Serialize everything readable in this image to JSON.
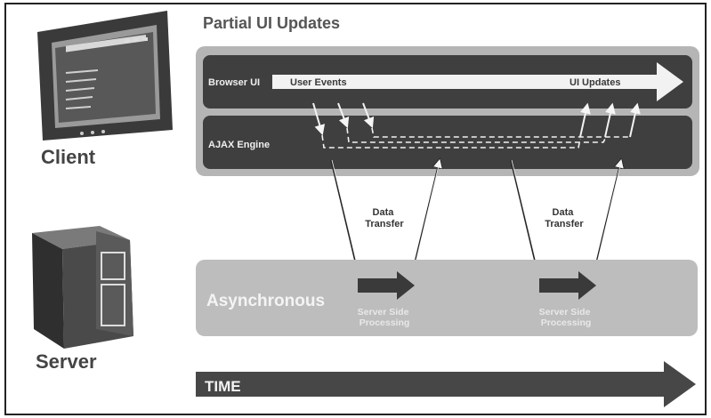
{
  "title": "Partial UI Updates",
  "client_label": "Client",
  "server_label": "Server",
  "browser_ui_label": "Browser UI",
  "user_events_label": "User Events",
  "ui_updates_label": "UI Updates",
  "ajax_engine_label": "AJAX Engine",
  "data_transfer_1": [
    "Data",
    "Transfer"
  ],
  "data_transfer_2": [
    "Data",
    "Transfer"
  ],
  "asynchronous_label": "Asynchronous",
  "server_processing_1": [
    "Server Side",
    "Processing"
  ],
  "server_processing_2": [
    "Server Side",
    "Processing"
  ],
  "time_label": "TIME",
  "colors": {
    "dark_panel": "#3f3f3f",
    "outer_panel": "#b5b5b5",
    "server_panel": "#bdbdbd",
    "arrow_white": "#f2f2f2",
    "time_bar": "#474747"
  }
}
